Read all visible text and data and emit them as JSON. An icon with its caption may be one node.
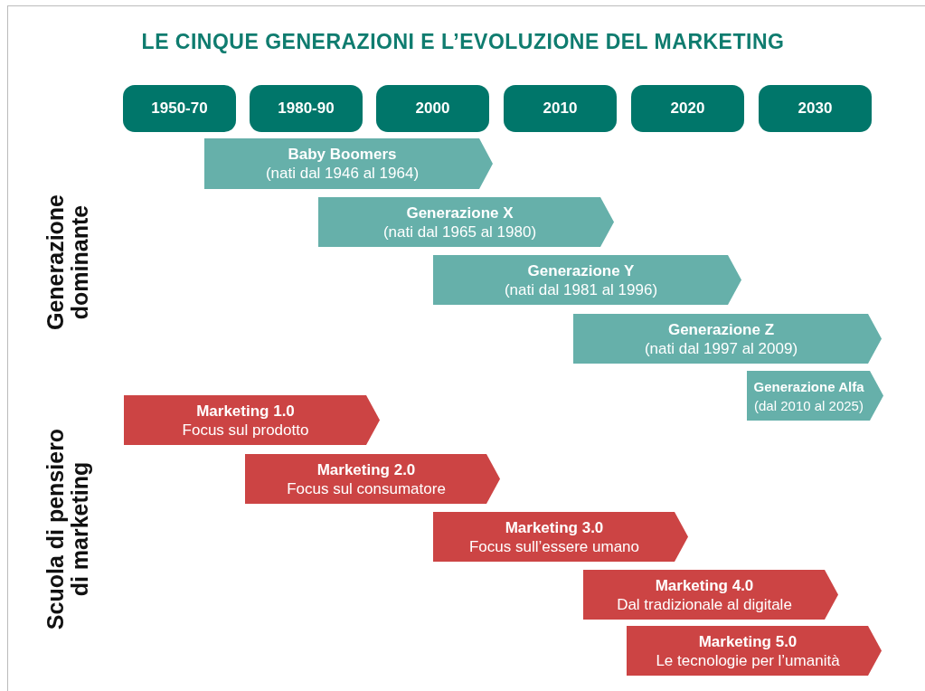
{
  "diagram": {
    "title": "LE CINQUE GENERAZIONI E L’EVOLUZIONE DEL MARKETING",
    "nodes": [
      {
        "text": [
          "1950-70"
        ]
      },
      {
        "text": [
          "1980-90"
        ]
      },
      {
        "text": [
          "2000"
        ]
      },
      {
        "text": [
          "2010"
        ]
      },
      {
        "text": [
          "2020"
        ]
      },
      {
        "text": [
          "2030"
        ]
      },
      {
        "text": [
          "Baby Boomers",
          "(nati dal 1946 al 1964)"
        ]
      },
      {
        "text": [
          "Generazione X",
          "(nati dal 1965 al 1980)"
        ]
      },
      {
        "text": [
          "Generazione Y",
          "(nati dal 1981 al 1996)"
        ]
      },
      {
        "text": [
          "Generazione Z",
          "(nati dal 1997 al 2009)"
        ]
      },
      {
        "text": [
          "Generazione Alfa",
          "(dal 2010 al 2025)"
        ]
      },
      {
        "text": [
          "Marketing 1.0",
          "Focus sul prodotto"
        ]
      },
      {
        "text": [
          "Marketing 2.0",
          "Focus sul consumatore"
        ]
      },
      {
        "text": [
          "Marketing 3.0",
          "Focus sull’essere umano"
        ]
      },
      {
        "text": [
          "Marketing 4.0",
          "Dal tradizionale al digitale"
        ]
      },
      {
        "text": [
          "Marketing 5.0",
          "Le tecnologie per l’umanità"
        ]
      }
    ],
    "labels": [
      "Generazione dominante",
      "Scuola di pensiero di marketing"
    ]
  }
}
